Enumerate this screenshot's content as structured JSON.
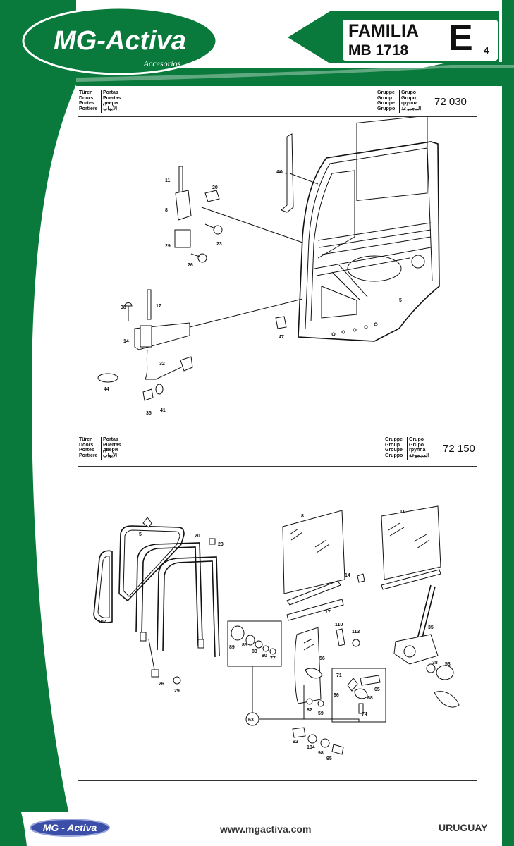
{
  "brand": {
    "logo_text": "MG-Activa",
    "logo_sub": "Accesorios",
    "green": "#0a7a3c",
    "dark_green": "#0b6e36"
  },
  "header": {
    "family_label": "FAMILIA",
    "model": "MB 1718",
    "letter": "E",
    "page_number": "4"
  },
  "section1": {
    "labels_left": [
      "Türen",
      "Doors",
      "Portes",
      "Portiere"
    ],
    "labels_left2": [
      "Portas",
      "Puertas",
      "двери",
      "الأبواب"
    ],
    "labels_group": [
      "Gruppe",
      "Group",
      "Groupe",
      "Gruppo"
    ],
    "labels_group2": [
      "Grupo",
      "Grupo",
      "группа",
      "المجموعة"
    ],
    "group_code": "72 030",
    "callouts": [
      "11",
      "20",
      "8",
      "23",
      "29",
      "26",
      "50",
      "5",
      "47",
      "38",
      "17",
      "14",
      "32",
      "44",
      "35",
      "41"
    ]
  },
  "section2": {
    "labels_left": [
      "Türen",
      "Doors",
      "Portes",
      "Portiere"
    ],
    "labels_left2": [
      "Portas",
      "Puertas",
      "двери",
      "الأبواب"
    ],
    "labels_group": [
      "Gruppe",
      "Group",
      "Groupe",
      "Gruppo"
    ],
    "labels_group2": [
      "Grupo",
      "Grupo",
      "группа",
      "المجموعة"
    ],
    "group_code": "72 150",
    "callouts": [
      "5",
      "20",
      "23",
      "107",
      "26",
      "29",
      "8",
      "14",
      "17",
      "11",
      "35",
      "110",
      "113",
      "89",
      "85",
      "83",
      "80",
      "77",
      "56",
      "71",
      "65",
      "66",
      "68",
      "74",
      "82",
      "59",
      "38",
      "53",
      "63",
      "92",
      "104",
      "98",
      "95"
    ]
  },
  "footer": {
    "logo_text": "MG - Activa",
    "website": "www.mgactiva.com",
    "country": "URUGUAY"
  }
}
